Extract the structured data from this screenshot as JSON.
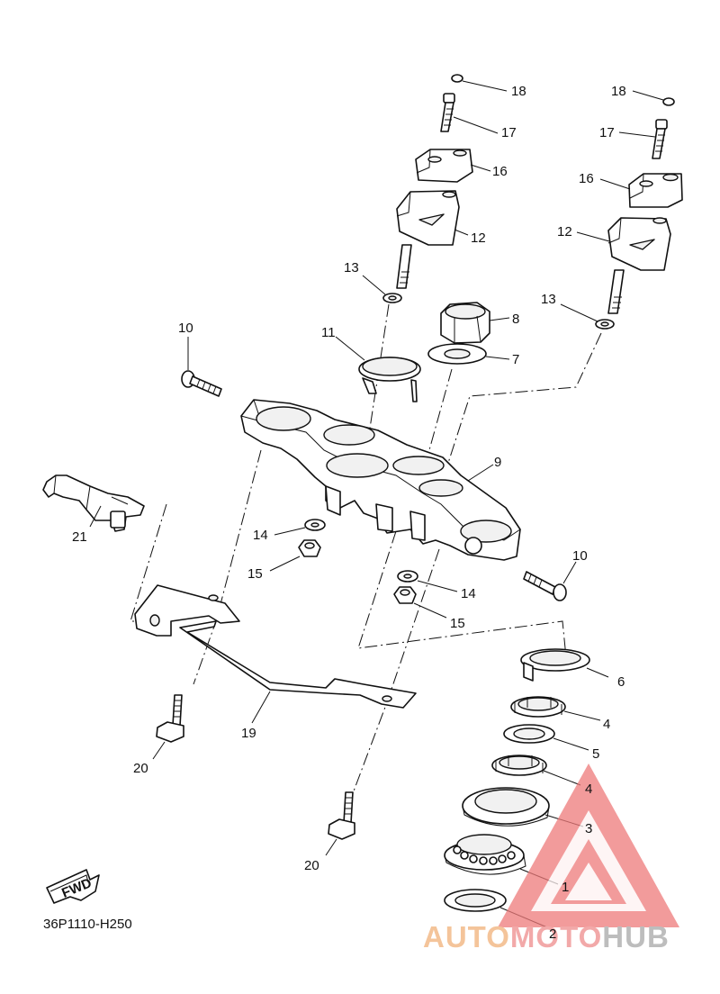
{
  "diagram": {
    "part_code": "36P1110-H250",
    "fwd_label": "FWD",
    "callouts": [
      "18",
      "17",
      "16",
      "12",
      "13",
      "18",
      "17",
      "16",
      "12",
      "13",
      "8",
      "7",
      "11",
      "10",
      "9",
      "21",
      "14",
      "15",
      "14",
      "15",
      "10",
      "6",
      "4",
      "5",
      "4",
      "3",
      "19",
      "20",
      "20",
      "1",
      "2"
    ]
  },
  "watermark": {
    "part1": "AUTO",
    "part2": "MOTO",
    "part3": "HUB",
    "triangle_color": "#ee7a7a",
    "text_orange": "#f4c49a",
    "text_red": "#f2a9a9",
    "text_gray": "#bdbdbd"
  }
}
